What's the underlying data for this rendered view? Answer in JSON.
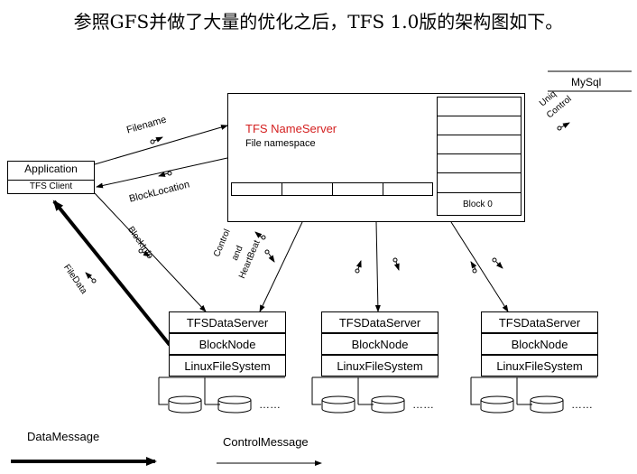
{
  "caption": "参照GFS并做了大量的优化之后，TFS 1.0版的架构图如下。",
  "mysql": "MySql",
  "uniq_control": [
    "Uniq",
    "Control"
  ],
  "nameserver": {
    "title": "TFS NameServer",
    "subtitle": "File namespace",
    "block0": "Block 0",
    "title_color": "#d42020"
  },
  "client": {
    "app": "Application",
    "client": "TFS Client"
  },
  "edges": {
    "filename": "Filename",
    "blocklocation": "BlockLocation",
    "blockinfo": "BlockInfo",
    "filedata": "FileData",
    "control_heartbeat": [
      "Control",
      "and",
      "HeartBeat"
    ]
  },
  "dataservers": [
    {
      "name": "TFSDataServer",
      "block": "BlockNode",
      "fs": "LinuxFileSystem"
    },
    {
      "name": "TFSDataServer",
      "block": "BlockNode",
      "fs": "LinuxFileSystem"
    },
    {
      "name": "TFSDataServer",
      "block": "BlockNode",
      "fs": "LinuxFileSystem"
    }
  ],
  "ellipsis": "……",
  "legend": {
    "data": "DataMessage",
    "control": "ControlMessage"
  }
}
